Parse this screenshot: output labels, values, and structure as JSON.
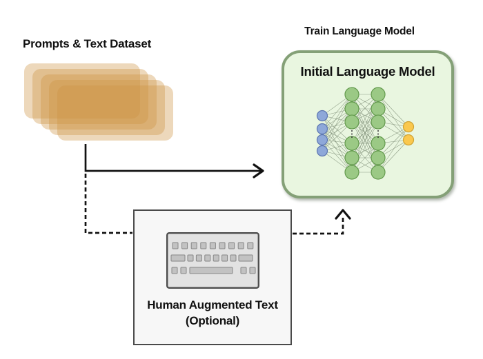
{
  "diagram": {
    "dataset_label": "Prompts & Text Dataset",
    "train_title": "Train Language Model",
    "model_box_title": "Initial Language Model",
    "human_box_label": "Human Augmented Text (Optional)"
  },
  "icons": {
    "dataset_stack": "stacked-cards-icon",
    "neural_network": "neural-network-icon",
    "keyboard": "keyboard-icon",
    "solid_arrow": "right-arrow",
    "dashed_arrow": "up-dashed-arrow"
  },
  "colors": {
    "card": "rgba(204,148,66,0.36)",
    "model-box-bg": "#e9f6e0",
    "model-box-border": "#84a077",
    "node-blue": "#8ea8d9",
    "node-blue-border": "#5d76b0",
    "node-green": "#9bc985",
    "node-green-border": "#639a4d",
    "node-yellow": "#fac84e",
    "node-yellow-border": "#cfa231",
    "edge": "#7b8b74",
    "human-box-bg": "#f7f7f7",
    "human-box-border": "#4a4a4a",
    "keyboard-body": "#e2e2e2",
    "keyboard-key": "#c2c2c2",
    "arrow": "#111111",
    "text": "#111111",
    "page-bg": "#ffffff"
  }
}
